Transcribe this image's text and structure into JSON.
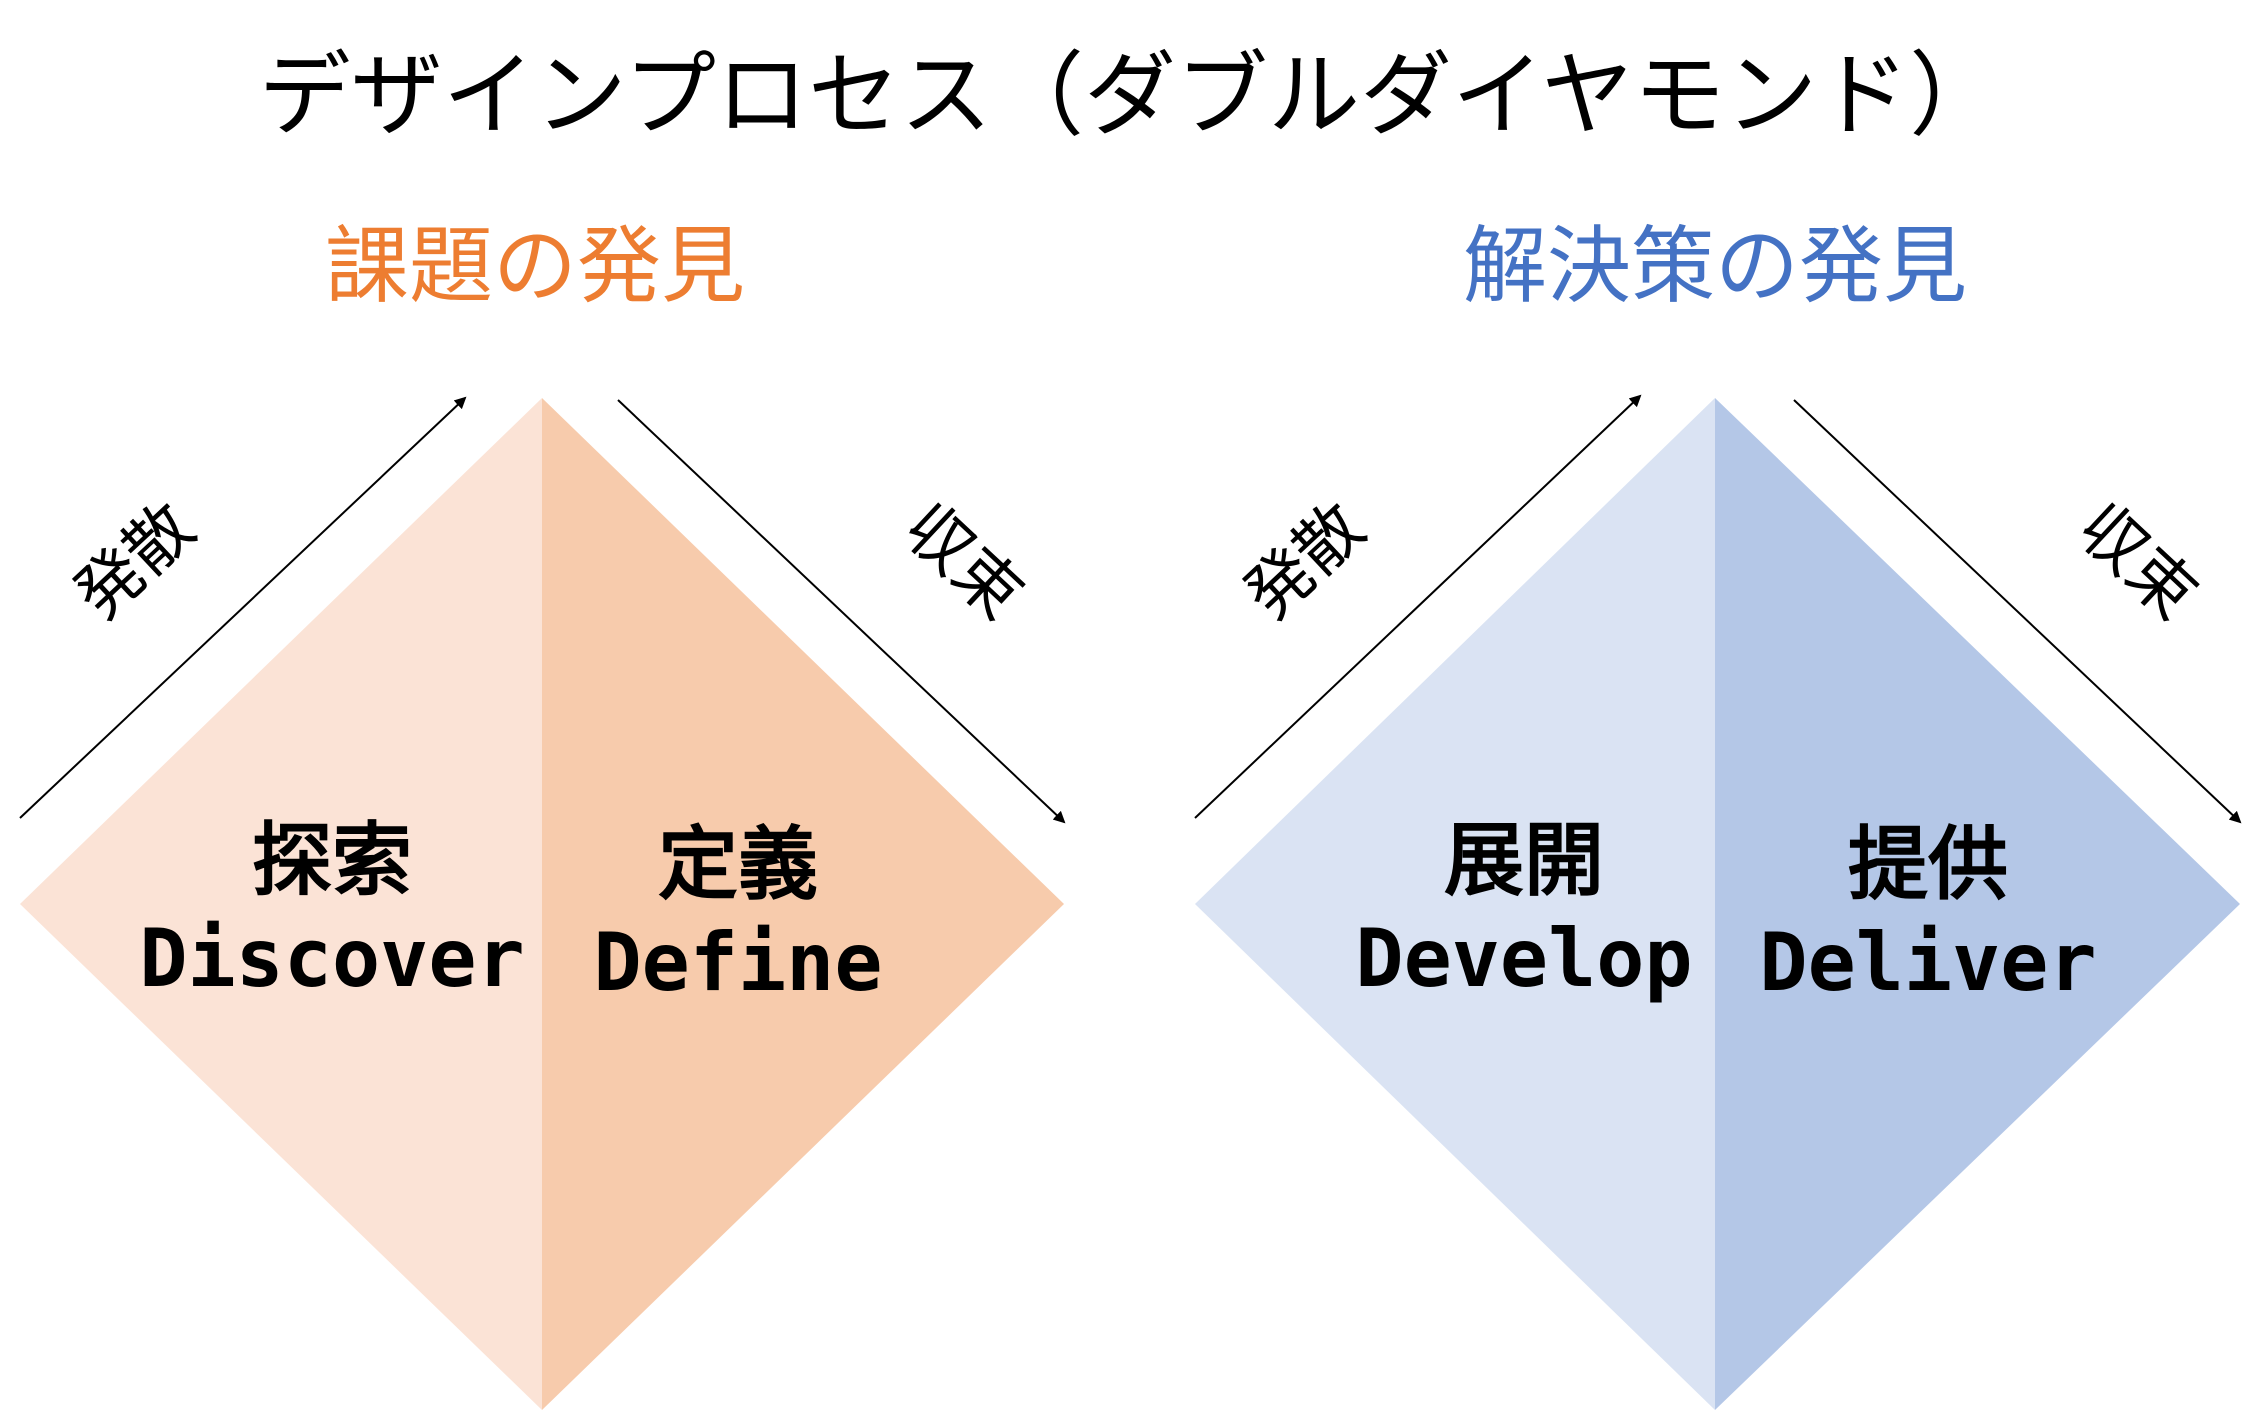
{
  "title": "デザインプロセス（ダブルダイヤモンド）",
  "colors": {
    "problem_accent": "#ED7D31",
    "solution_accent": "#4472C4",
    "problem_light": "#FBE3D6",
    "problem_dark": "#F7CBAC",
    "solution_light": "#DAE3F3",
    "solution_dark": "#B4C7E7"
  },
  "diamonds": [
    {
      "heading": "課題の発見",
      "diverge_label": "発散",
      "converge_label": "収束",
      "left_phase": {
        "ja": "探索",
        "en": "Discover"
      },
      "right_phase": {
        "ja": "定義",
        "en": "Define"
      }
    },
    {
      "heading": "解決策の発見",
      "diverge_label": "発散",
      "converge_label": "収束",
      "left_phase": {
        "ja": "展開",
        "en": "Develop"
      },
      "right_phase": {
        "ja": "提供",
        "en": "Deliver"
      }
    }
  ]
}
